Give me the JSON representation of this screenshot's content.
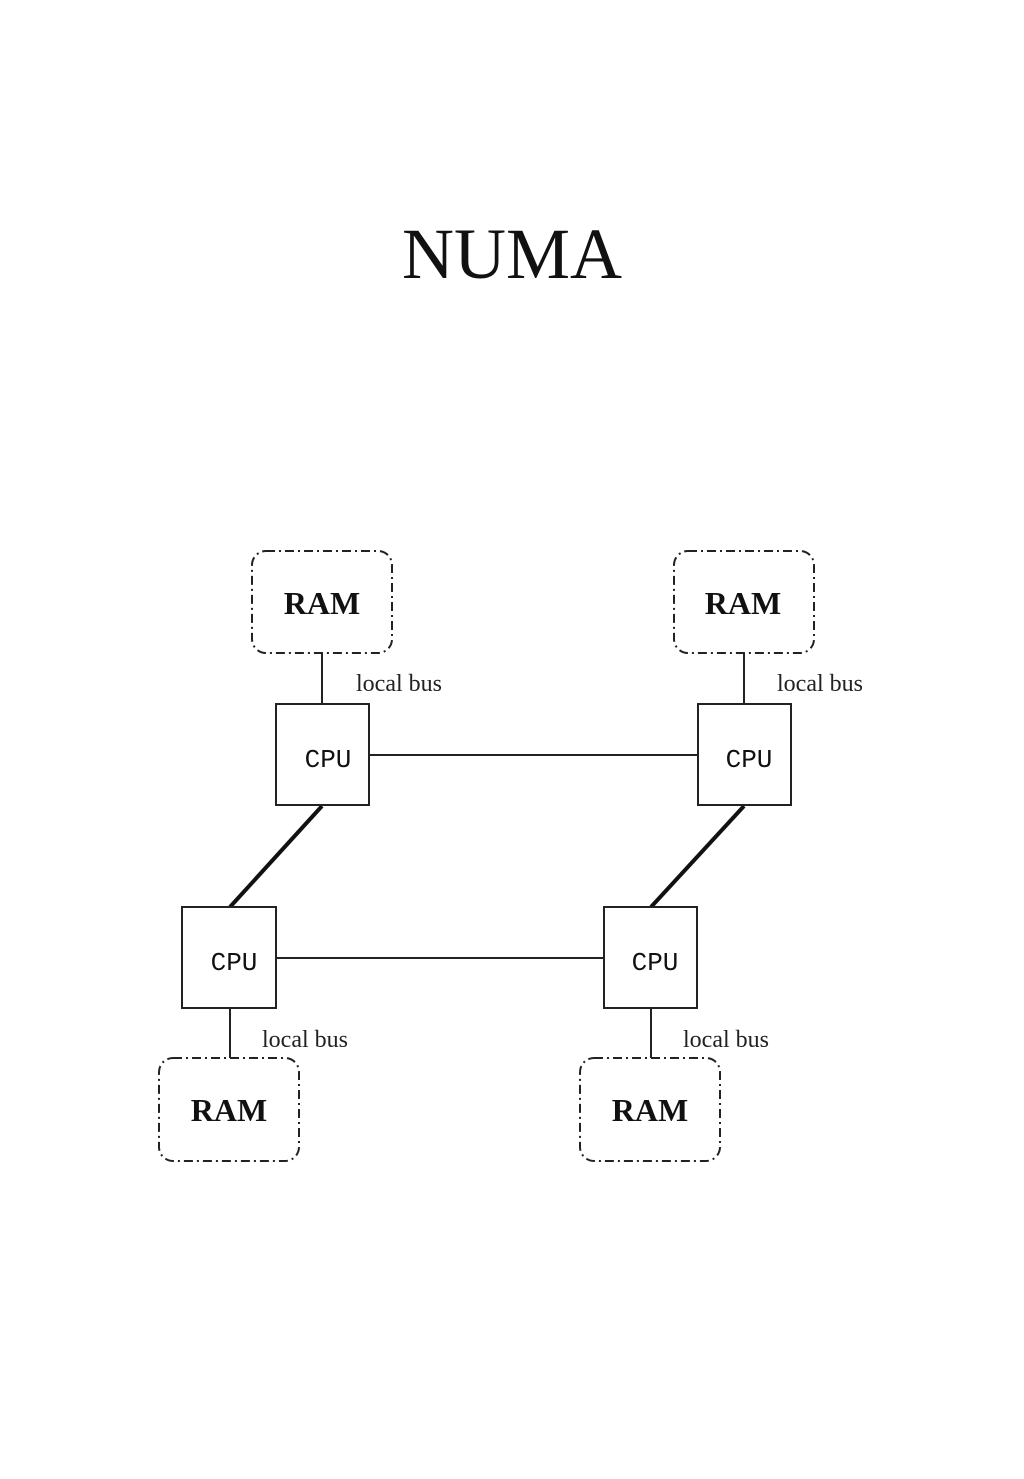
{
  "title": "NUMA",
  "nodes": [
    {
      "cpu_label": "CPU",
      "ram_label": "RAM",
      "bus_label": "local bus"
    },
    {
      "cpu_label": "CPU",
      "ram_label": "RAM",
      "bus_label": "local bus"
    },
    {
      "cpu_label": "CPU",
      "ram_label": "RAM",
      "bus_label": "local bus"
    },
    {
      "cpu_label": "CPU",
      "ram_label": "RAM",
      "bus_label": "local bus"
    }
  ],
  "colors": {
    "line": "#222222",
    "background": "#ffffff"
  }
}
